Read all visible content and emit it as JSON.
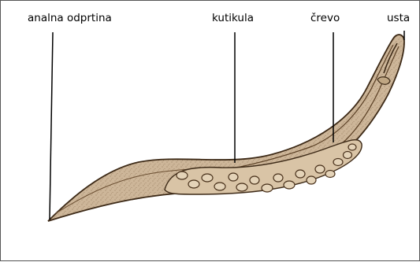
{
  "labels": {
    "anal_opening": "analna odprtina",
    "cuticle": "kutikula",
    "gut": "črevo",
    "mouth": "usta"
  },
  "colors": {
    "body_fill": "#cdb699",
    "outline": "#3d2a17",
    "gut_fill": "#d9c4a6",
    "egg_outline": "#4a321c",
    "leader_line": "#000000"
  }
}
